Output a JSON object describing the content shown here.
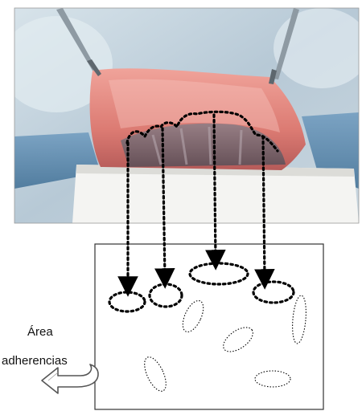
{
  "labels": {
    "area": "Área",
    "adherencias": "adherencias"
  },
  "photo": {
    "description_icon": "surgical-field-photo"
  },
  "colors": {
    "tissue": "#e5897f",
    "background": "#c7d7e2",
    "dotted_line": "#000000",
    "arrow_outline": "#444444"
  }
}
